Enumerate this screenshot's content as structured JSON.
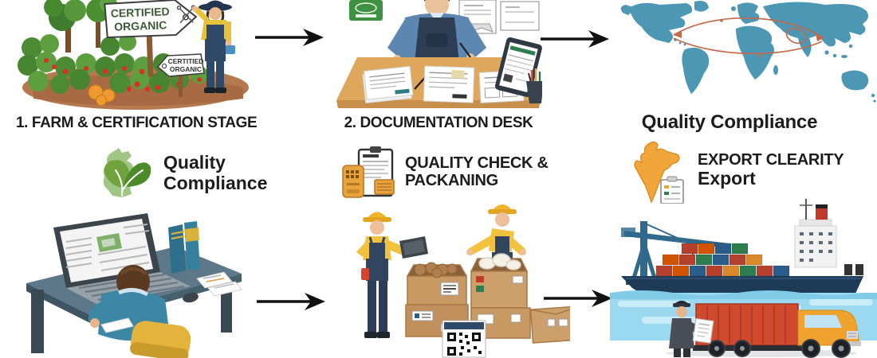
{
  "stages": {
    "farm": {
      "caption": "1. FARM & CERTIFICATION STAGE",
      "sign_large": {
        "line1": "CERTIFIED",
        "line2": "ORGANIC"
      },
      "sign_small": {
        "line1": "CERTITIED",
        "line2": "ORGANIC"
      }
    },
    "documentation": {
      "caption": "2. DOCUMENTATION DESK"
    },
    "compliance_map": {
      "caption": "Quality Compliance"
    },
    "badges": {
      "quality": {
        "line1": "Quality",
        "line2": "Compliance"
      },
      "packing": {
        "line1": "QUALITY CHECK &",
        "line2": "PACKANING"
      },
      "export": {
        "line1": "EXPORT CLEARITY",
        "line2": "Export"
      }
    }
  },
  "colors": {
    "caption_text": "#1c1c1c",
    "arrow_black": "#111111",
    "map_teal": "#4b97b4",
    "route_orange": "#c4694b",
    "leaf_green": "#5f9c34",
    "india_orange": "#f0a63a",
    "desk_tan": "#dfa75c",
    "overalls_navy": "#2e4a68",
    "hardhat_yellow": "#f0b429",
    "box_tan": "#c99963",
    "water_blue": "#9ad9f0",
    "ship_navy": "#1d3a57",
    "truck_orange": "#f0a22e",
    "container_red": "#cf4a2e"
  }
}
